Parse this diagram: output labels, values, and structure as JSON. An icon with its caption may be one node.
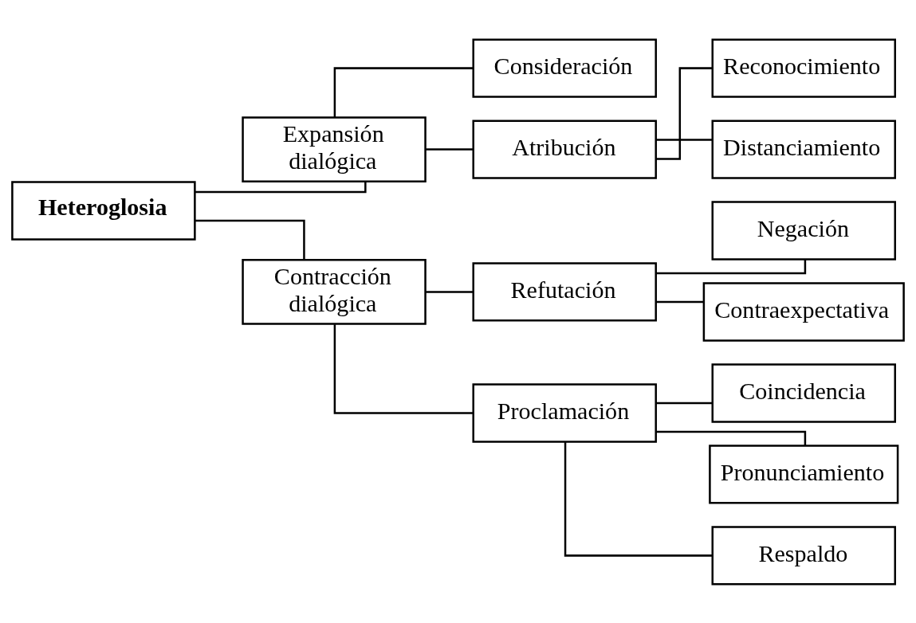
{
  "diagram": {
    "nodes": [
      {
        "text": [
          "Heteroglosia"
        ]
      },
      {
        "text": [
          "Expansión dialógica"
        ]
      },
      {
        "text": [
          "Consideración"
        ]
      },
      {
        "text": [
          "Atribución"
        ]
      },
      {
        "text": [
          "Reconocimiento"
        ]
      },
      {
        "text": [
          "Distanciamiento"
        ]
      },
      {
        "text": [
          "Contracción dialógica"
        ]
      },
      {
        "text": [
          "Refutación"
        ]
      },
      {
        "text": [
          "Negación"
        ]
      },
      {
        "text": [
          "Contraexpectativa"
        ]
      },
      {
        "text": [
          "Proclamación"
        ]
      },
      {
        "text": [
          "Coincidencia"
        ]
      },
      {
        "text": [
          "Pronunciamiento"
        ]
      },
      {
        "text": [
          "Respaldo"
        ]
      }
    ],
    "edges": [
      {
        "from": 0,
        "to": 1,
        "arrow": "none"
      },
      {
        "from": 0,
        "to": 6,
        "arrow": "none"
      },
      {
        "from": 1,
        "to": 2,
        "arrow": "none"
      },
      {
        "from": 1,
        "to": 3,
        "arrow": "none"
      },
      {
        "from": 3,
        "to": 4,
        "arrow": "none"
      },
      {
        "from": 3,
        "to": 5,
        "arrow": "none"
      },
      {
        "from": 6,
        "to": 7,
        "arrow": "none"
      },
      {
        "from": 6,
        "to": 10,
        "arrow": "none"
      },
      {
        "from": 7,
        "to": 8,
        "arrow": "none"
      },
      {
        "from": 7,
        "to": 9,
        "arrow": "none"
      },
      {
        "from": 10,
        "to": 11,
        "arrow": "none"
      },
      {
        "from": 10,
        "to": 12,
        "arrow": "none"
      },
      {
        "from": 10,
        "to": 13,
        "arrow": "none"
      }
    ]
  }
}
